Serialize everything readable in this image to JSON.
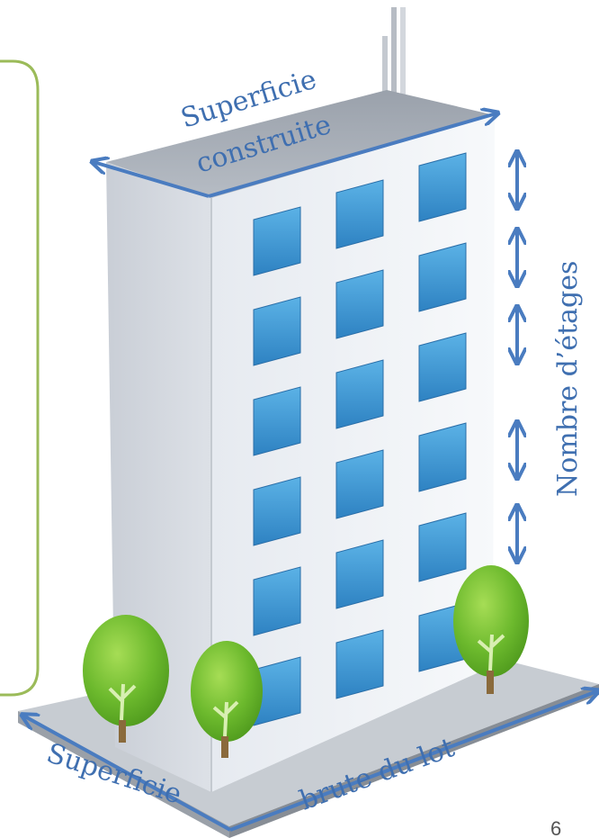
{
  "labels": {
    "top_line1": "Superficie",
    "top_line2": "construite",
    "right_vertical": "Nombre d’étages",
    "bottom_left": "Superficie",
    "bottom_right": "brute du lot"
  },
  "page_number": "6",
  "building": {
    "window_columns": 3,
    "window_rows": 6,
    "floor_arrows": 5
  },
  "colors": {
    "label": "#3f6fb0",
    "arrow": "#4a7cc0",
    "frame": "#9bbb59",
    "window": "#4a9fd8",
    "tree": "#6cb92d"
  }
}
